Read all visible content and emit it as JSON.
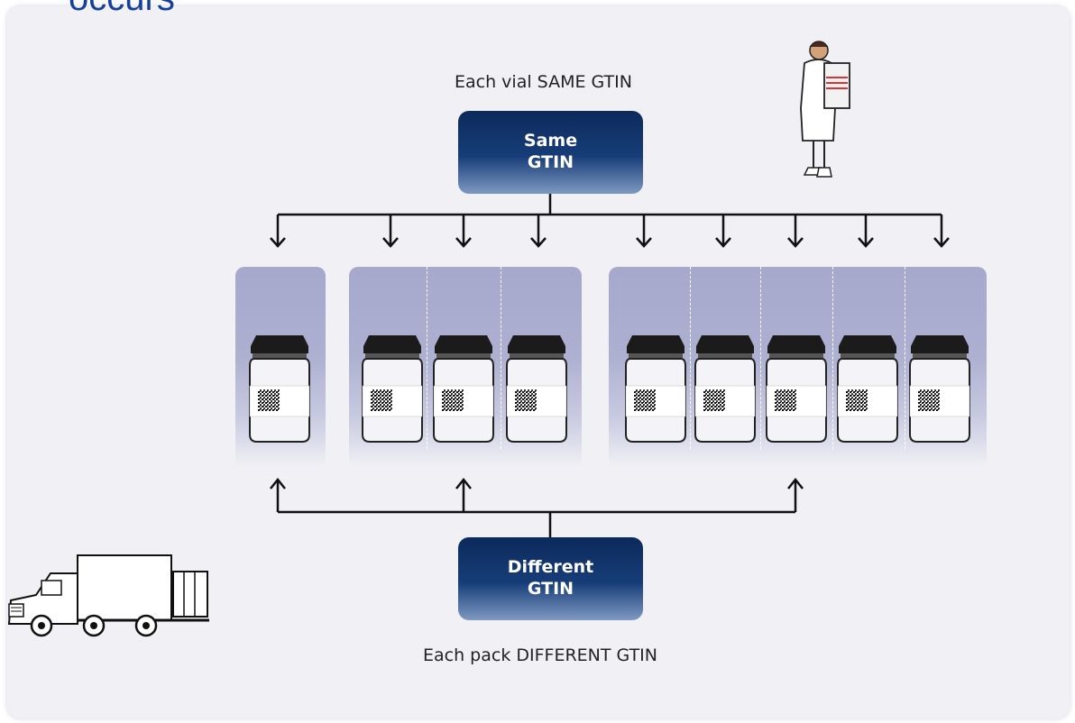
{
  "slide": {
    "title": "occurs"
  },
  "top_caption": "Each vial SAME GTIN",
  "bottom_caption": "Each pack DIFFERENT GTIN",
  "same_box": {
    "line1": "Same",
    "line2": "GTIN"
  },
  "different_box": {
    "line1": "Different",
    "line2": "GTIN"
  },
  "packs": [
    {
      "vials": 1
    },
    {
      "vials": 3
    },
    {
      "vials": 5
    }
  ],
  "icons": {
    "nurse": "nurse-scanning-box-icon",
    "truck": "delivery-truck-icon",
    "vial": "vial-with-datamatrix-icon"
  },
  "colors": {
    "title": "#17409a",
    "gtin_box": "#173d78",
    "pack_fill": "#a6a8cc",
    "panel": "#f0f0f5"
  }
}
